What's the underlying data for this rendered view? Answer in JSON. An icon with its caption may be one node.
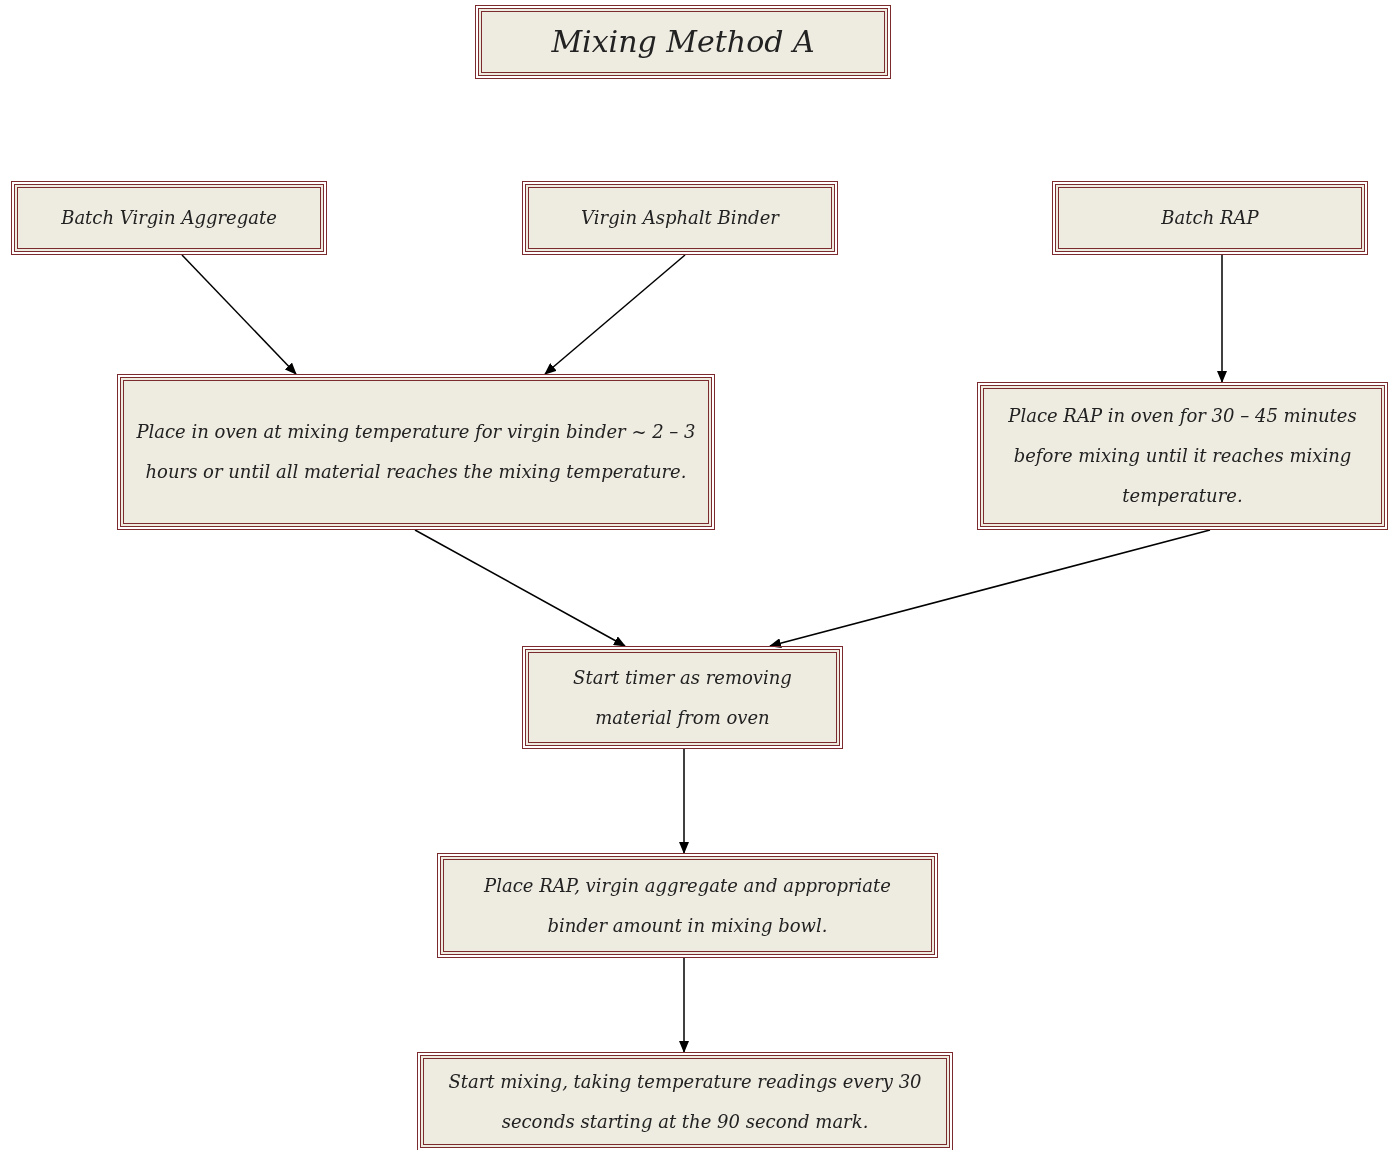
{
  "diagram": {
    "title": "Mixing Method A",
    "nodes": [
      {
        "text": [
          "Batch Virgin Aggregate"
        ]
      },
      {
        "text": [
          "Virgin Asphalt Binder"
        ]
      },
      {
        "text": [
          "Batch RAP"
        ]
      },
      {
        "text": [
          "Place in oven at mixing temperature for virgin binder ~ 2 – 3 hours or until all material reaches the mixing temperature."
        ]
      },
      {
        "text": [
          "Place RAP in oven for 30 – 45 minutes before mixing until it reaches mixing temperature."
        ]
      },
      {
        "text": [
          "Start timer as removing material from oven"
        ]
      },
      {
        "text": [
          "Place RAP, virgin aggregate and appropriate binder amount in mixing bowl."
        ]
      },
      {
        "text": [
          "Start mixing, taking temperature readings every 30 seconds starting at the 90 second mark."
        ]
      }
    ],
    "edges": [
      {
        "from": 0,
        "to": 3,
        "arrow": "to"
      },
      {
        "from": 1,
        "to": 3,
        "arrow": "to"
      },
      {
        "from": 2,
        "to": 4,
        "arrow": "to"
      },
      {
        "from": 3,
        "to": 5,
        "arrow": "to"
      },
      {
        "from": 4,
        "to": 5,
        "arrow": "to"
      },
      {
        "from": 5,
        "to": 6,
        "arrow": "to"
      },
      {
        "from": 6,
        "to": 7,
        "arrow": "to"
      }
    ]
  }
}
